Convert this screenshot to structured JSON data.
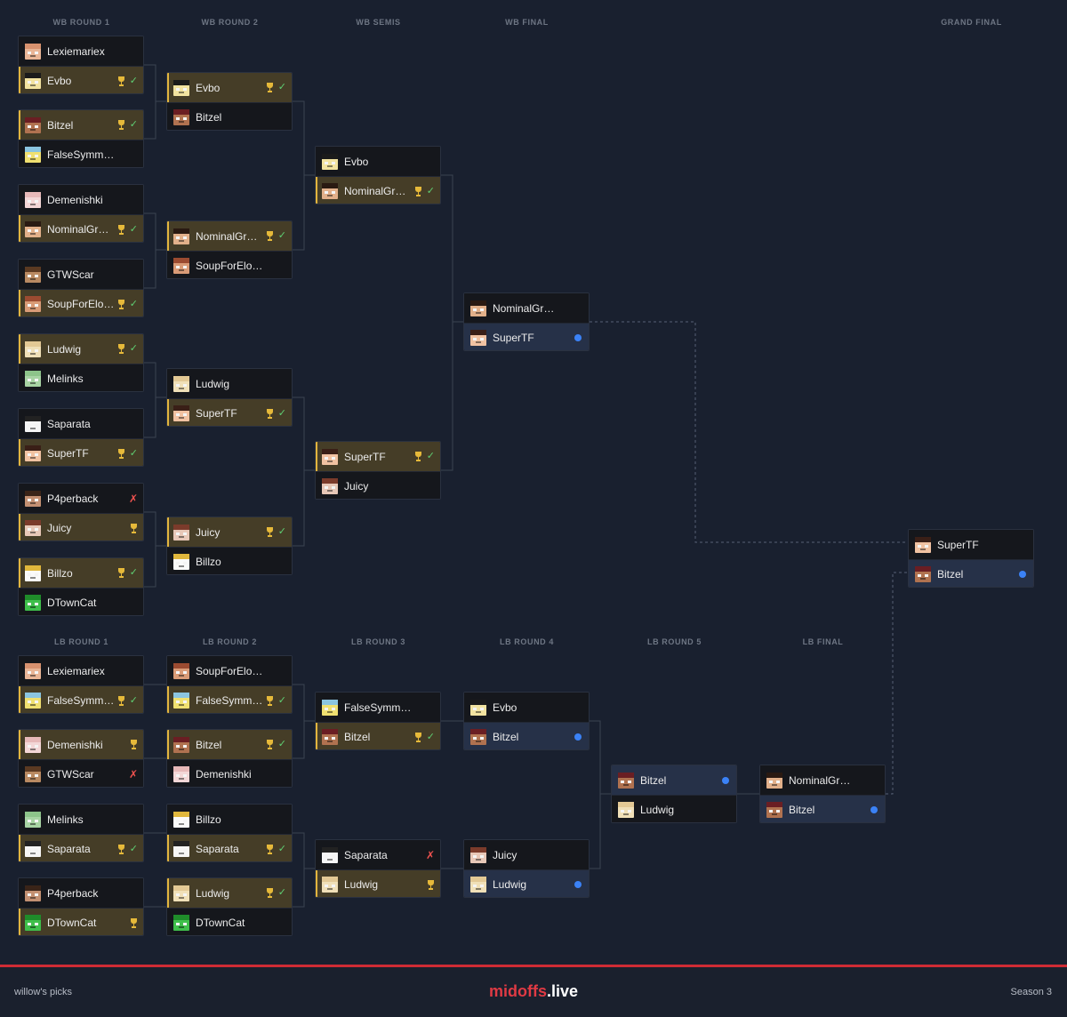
{
  "columns": {
    "wb": [
      "WB ROUND 1",
      "WB ROUND 2",
      "WB SEMIS",
      "WB FINAL",
      "GRAND FINAL"
    ],
    "lb": [
      "LB ROUND 1",
      "LB ROUND 2",
      "LB ROUND 3",
      "LB ROUND 4",
      "LB ROUND 5",
      "LB FINAL"
    ]
  },
  "colors": {
    "accent_gold": "#e2b53e",
    "won_row": "#453d27",
    "live_row": "#263148",
    "check": "#5fcf73",
    "cross": "#f0524f",
    "live_dot": "#3b82f6",
    "footer_line": "#cf2b35"
  },
  "matches": [
    {
      "id": "wb1-1",
      "rows": [
        {
          "name": "Lexiemariex",
          "state": "none",
          "marks": []
        },
        {
          "name": "Evbo",
          "state": "won",
          "marks": [
            "trophy-icon",
            "check-icon"
          ]
        }
      ]
    },
    {
      "id": "wb1-2",
      "rows": [
        {
          "name": "Bitzel",
          "state": "won",
          "marks": [
            "trophy-icon",
            "check-icon"
          ]
        },
        {
          "name": "FalseSymmetry",
          "state": "none",
          "marks": []
        }
      ]
    },
    {
      "id": "wb1-3",
      "rows": [
        {
          "name": "Demenishki",
          "state": "none",
          "marks": []
        },
        {
          "name": "NominalGravy",
          "state": "won",
          "marks": [
            "trophy-icon",
            "check-icon"
          ]
        }
      ]
    },
    {
      "id": "wb1-4",
      "rows": [
        {
          "name": "GTWScar",
          "state": "none",
          "marks": []
        },
        {
          "name": "SoupForEloise",
          "state": "won",
          "marks": [
            "trophy-icon",
            "check-icon"
          ]
        }
      ]
    },
    {
      "id": "wb1-5",
      "rows": [
        {
          "name": "Ludwig",
          "state": "won",
          "marks": [
            "trophy-icon",
            "check-icon"
          ]
        },
        {
          "name": "Melinks",
          "state": "none",
          "marks": []
        }
      ]
    },
    {
      "id": "wb1-6",
      "rows": [
        {
          "name": "Saparata",
          "state": "none",
          "marks": []
        },
        {
          "name": "SuperTF",
          "state": "won",
          "marks": [
            "trophy-icon",
            "check-icon"
          ]
        }
      ]
    },
    {
      "id": "wb1-7",
      "rows": [
        {
          "name": "P4perback",
          "state": "none",
          "marks": [
            "cross-icon"
          ]
        },
        {
          "name": "Juicy",
          "state": "won",
          "marks": [
            "trophy-icon"
          ]
        }
      ]
    },
    {
      "id": "wb1-8",
      "rows": [
        {
          "name": "Billzo",
          "state": "won",
          "marks": [
            "trophy-icon",
            "check-icon"
          ]
        },
        {
          "name": "DTownCat",
          "state": "none",
          "marks": []
        }
      ]
    },
    {
      "id": "wb2-1",
      "rows": [
        {
          "name": "Evbo",
          "state": "won",
          "marks": [
            "trophy-icon",
            "check-icon"
          ]
        },
        {
          "name": "Bitzel",
          "state": "none",
          "marks": []
        }
      ]
    },
    {
      "id": "wb2-2",
      "rows": [
        {
          "name": "NominalGravy",
          "state": "won",
          "marks": [
            "trophy-icon",
            "check-icon"
          ]
        },
        {
          "name": "SoupForEloise",
          "state": "none",
          "marks": []
        }
      ]
    },
    {
      "id": "wb2-3",
      "rows": [
        {
          "name": "Ludwig",
          "state": "none",
          "marks": []
        },
        {
          "name": "SuperTF",
          "state": "won",
          "marks": [
            "trophy-icon",
            "check-icon"
          ]
        }
      ]
    },
    {
      "id": "wb2-4",
      "rows": [
        {
          "name": "Juicy",
          "state": "won",
          "marks": [
            "trophy-icon",
            "check-icon"
          ]
        },
        {
          "name": "Billzo",
          "state": "none",
          "marks": []
        }
      ]
    },
    {
      "id": "wb3-1",
      "rows": [
        {
          "name": "Evbo",
          "state": "none",
          "marks": []
        },
        {
          "name": "NominalGravy",
          "state": "won",
          "marks": [
            "trophy-icon",
            "check-icon"
          ]
        }
      ]
    },
    {
      "id": "wb3-2",
      "rows": [
        {
          "name": "SuperTF",
          "state": "won",
          "marks": [
            "trophy-icon",
            "check-icon"
          ]
        },
        {
          "name": "Juicy",
          "state": "none",
          "marks": []
        }
      ]
    },
    {
      "id": "wb4-1",
      "rows": [
        {
          "name": "NominalGravy",
          "state": "none",
          "marks": []
        },
        {
          "name": "SuperTF",
          "state": "live",
          "marks": [
            "live-dot"
          ]
        }
      ]
    },
    {
      "id": "gf-1",
      "rows": [
        {
          "name": "SuperTF",
          "state": "none",
          "marks": []
        },
        {
          "name": "Bitzel",
          "state": "live",
          "marks": [
            "live-dot"
          ]
        }
      ]
    },
    {
      "id": "lb1-1",
      "rows": [
        {
          "name": "Lexiemariex",
          "state": "none",
          "marks": []
        },
        {
          "name": "FalseSymme...",
          "state": "won",
          "marks": [
            "trophy-icon",
            "check-icon"
          ]
        }
      ]
    },
    {
      "id": "lb1-2",
      "rows": [
        {
          "name": "Demenishki",
          "state": "won",
          "marks": [
            "trophy-icon"
          ]
        },
        {
          "name": "GTWScar",
          "state": "none",
          "marks": [
            "cross-icon"
          ]
        }
      ]
    },
    {
      "id": "lb1-3",
      "rows": [
        {
          "name": "Melinks",
          "state": "none",
          "marks": []
        },
        {
          "name": "Saparata",
          "state": "won",
          "marks": [
            "trophy-icon",
            "check-icon"
          ]
        }
      ]
    },
    {
      "id": "lb1-4",
      "rows": [
        {
          "name": "P4perback",
          "state": "none",
          "marks": []
        },
        {
          "name": "DTownCat",
          "state": "won",
          "marks": [
            "trophy-icon"
          ]
        }
      ]
    },
    {
      "id": "lb2-1",
      "rows": [
        {
          "name": "SoupForEloise",
          "state": "none",
          "marks": []
        },
        {
          "name": "FalseSymme...",
          "state": "won",
          "marks": [
            "trophy-icon",
            "check-icon"
          ]
        }
      ]
    },
    {
      "id": "lb2-2",
      "rows": [
        {
          "name": "Bitzel",
          "state": "won",
          "marks": [
            "trophy-icon",
            "check-icon"
          ]
        },
        {
          "name": "Demenishki",
          "state": "none",
          "marks": []
        }
      ]
    },
    {
      "id": "lb2-3",
      "rows": [
        {
          "name": "Billzo",
          "state": "none",
          "marks": []
        },
        {
          "name": "Saparata",
          "state": "won",
          "marks": [
            "trophy-icon",
            "check-icon"
          ]
        }
      ]
    },
    {
      "id": "lb2-4",
      "rows": [
        {
          "name": "Ludwig",
          "state": "won",
          "marks": [
            "trophy-icon",
            "check-icon"
          ]
        },
        {
          "name": "DTownCat",
          "state": "none",
          "marks": []
        }
      ]
    },
    {
      "id": "lb3-1",
      "rows": [
        {
          "name": "FalseSymmetry",
          "state": "none",
          "marks": []
        },
        {
          "name": "Bitzel",
          "state": "won",
          "marks": [
            "trophy-icon",
            "check-icon"
          ]
        }
      ]
    },
    {
      "id": "lb3-2",
      "rows": [
        {
          "name": "Saparata",
          "state": "none",
          "marks": [
            "cross-icon"
          ]
        },
        {
          "name": "Ludwig",
          "state": "won",
          "marks": [
            "trophy-icon"
          ]
        }
      ]
    },
    {
      "id": "lb4-1",
      "rows": [
        {
          "name": "Evbo",
          "state": "none",
          "marks": []
        },
        {
          "name": "Bitzel",
          "state": "live",
          "marks": [
            "live-dot"
          ]
        }
      ]
    },
    {
      "id": "lb4-2",
      "rows": [
        {
          "name": "Juicy",
          "state": "none",
          "marks": []
        },
        {
          "name": "Ludwig",
          "state": "live",
          "marks": [
            "live-dot"
          ]
        }
      ]
    },
    {
      "id": "lb5-1",
      "rows": [
        {
          "name": "Bitzel",
          "state": "live",
          "marks": [
            "live-dot"
          ]
        },
        {
          "name": "Ludwig",
          "state": "none",
          "marks": []
        }
      ]
    },
    {
      "id": "lbf-1",
      "rows": [
        {
          "name": "NominalGravy",
          "state": "none",
          "marks": []
        },
        {
          "name": "Bitzel",
          "state": "live",
          "marks": [
            "live-dot"
          ]
        }
      ]
    }
  ],
  "footer": {
    "left": "willow's picks",
    "brand_main": "midoffs",
    "brand_tld": ".live",
    "right": "Season 3"
  }
}
